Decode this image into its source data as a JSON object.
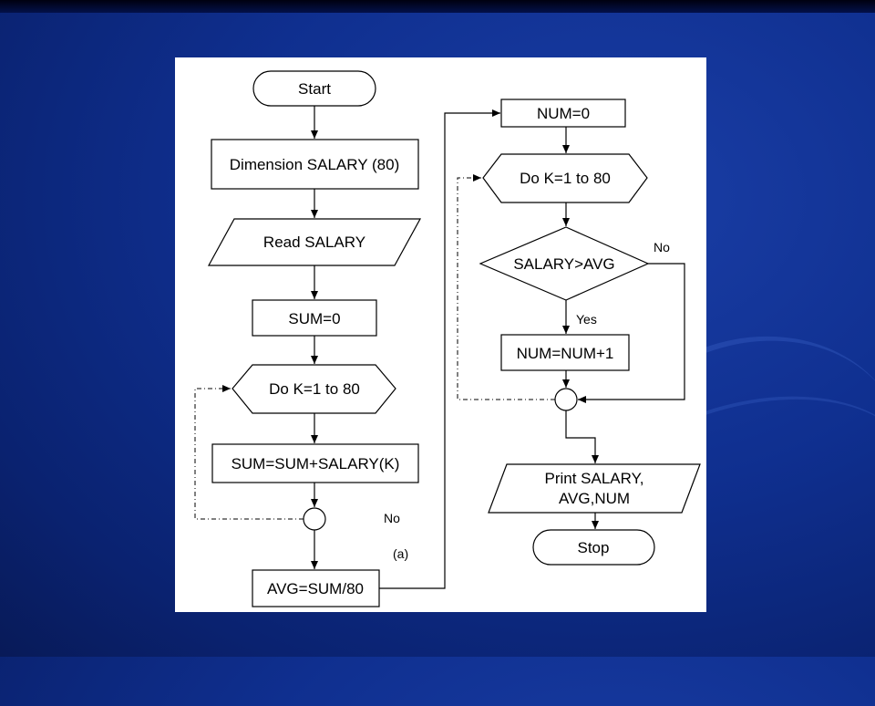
{
  "colors": {
    "background": "#0f2f8f",
    "panel": "#ffffff",
    "stroke": "#000000"
  },
  "flowchart": {
    "left": {
      "start": "Start",
      "dimension": "Dimension SALARY (80)",
      "read": "Read SALARY",
      "sum_init": "SUM=0",
      "loop": "Do K=1 to 80",
      "sum_update": "SUM=SUM+SALARY(K)",
      "no_label": "No",
      "caption": "(a)",
      "avg": "AVG=SUM/80"
    },
    "right": {
      "num_init": "NUM=0",
      "loop": "Do K=1 to 80",
      "decision": "SALARY>AVG",
      "no_label": "No",
      "yes_label": "Yes",
      "num_update": "NUM=NUM+1",
      "print_line1": "Print SALARY,",
      "print_line2": "AVG,NUM",
      "stop": "Stop"
    }
  }
}
